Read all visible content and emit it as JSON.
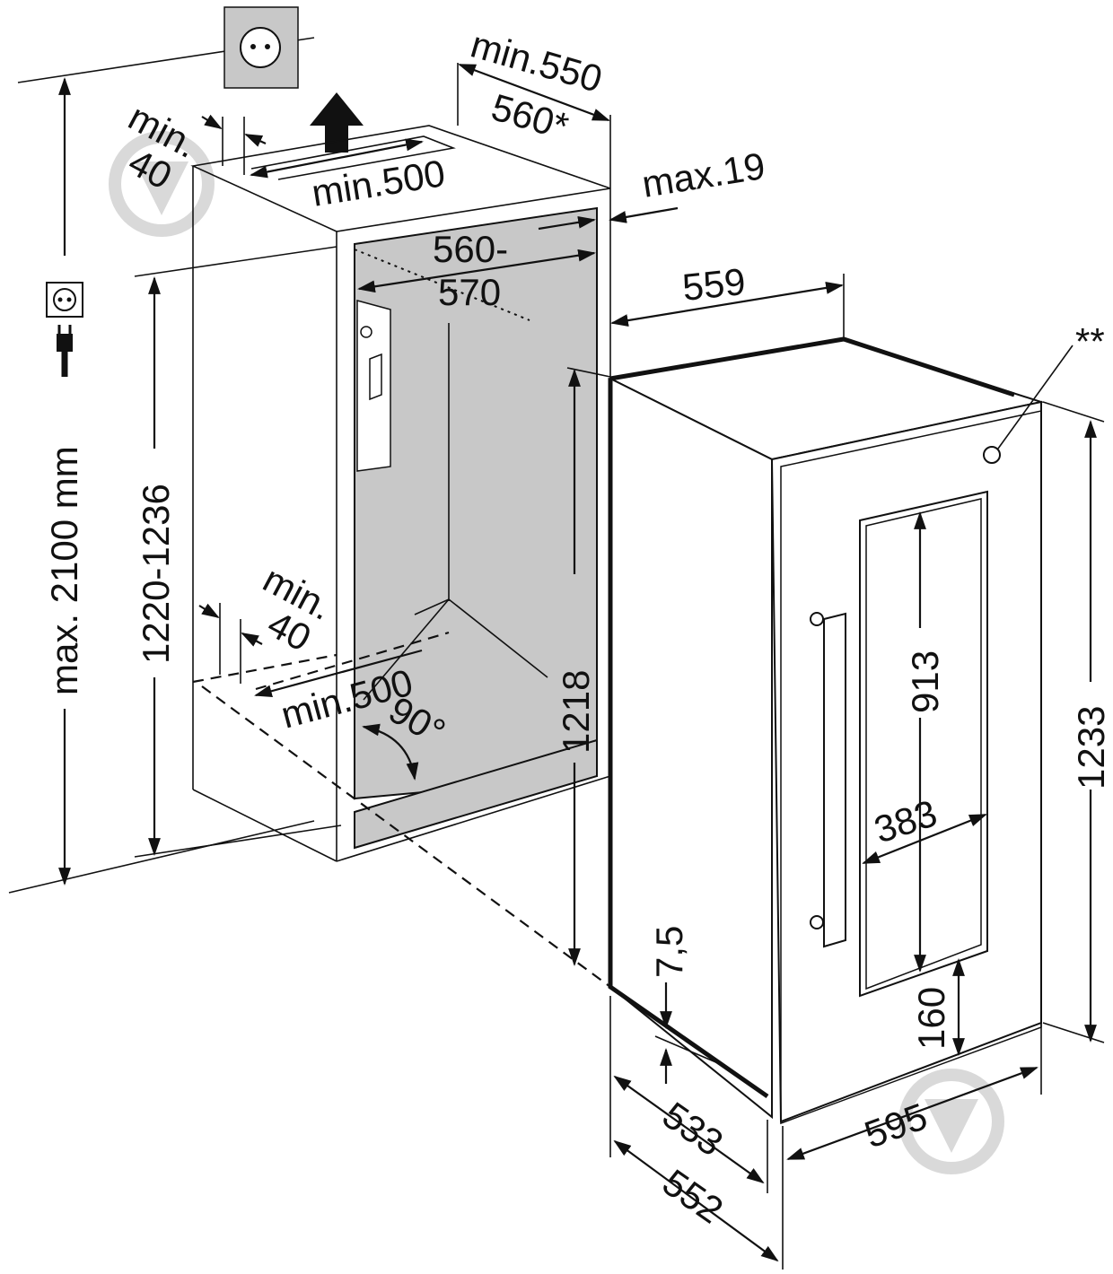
{
  "labels": {
    "top_width_min": "min.550",
    "top_width_star": "560*",
    "side_min_a": "min.",
    "side_min_b": "40",
    "vent_top": "min.500",
    "max_panel": "max.19",
    "niche_width_a": "560-",
    "niche_width_b": "570",
    "door_width": "559",
    "double_star": "**",
    "total_height": "max. 2100 mm",
    "niche_height": "1220-1236",
    "bottom_min_a": "min.",
    "bottom_min_b": "40",
    "vent_bottom": "min.500",
    "angle": "90°",
    "inner_height": "1218",
    "glass_height": "913",
    "glass_width": "383",
    "gap": "7,5",
    "bottom_offset": "160",
    "unit_height": "1233",
    "depth_a": "533",
    "depth_b": "552",
    "front_width": "595"
  },
  "icons": [
    "wall-socket-icon",
    "socket-symbol-icon",
    "plug-icon",
    "airflow-up-arrow-icon",
    "watermark-logo-icon"
  ]
}
